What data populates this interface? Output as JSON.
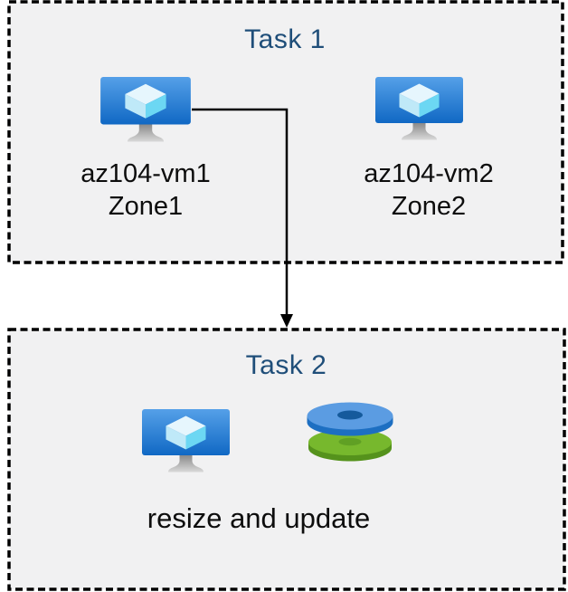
{
  "diagram": {
    "task1": {
      "title": "Task 1",
      "vms": [
        {
          "name": "az104-vm1",
          "zone": "Zone1",
          "icon": "virtual-machine-icon"
        },
        {
          "name": "az104-vm2",
          "zone": "Zone2",
          "icon": "virtual-machine-icon"
        }
      ]
    },
    "connector": {
      "type": "elbow-arrow",
      "from": "az104-vm1",
      "to": "Task 2"
    },
    "task2": {
      "title": "Task 2",
      "caption": "resize and update",
      "icons": [
        "virtual-machine-icon",
        "disks-icon"
      ]
    }
  },
  "colors": {
    "page_background": "#ffffff",
    "box_fill": "#f1f1f2",
    "box_border": "#000000",
    "title_text": "#1f4e79",
    "label_text": "#0d0d0d",
    "vm_screen_gradient_top": "#55a0e8",
    "vm_screen_gradient_bottom": "#1068c4",
    "cube_top": "#e6f6fd",
    "cube_left": "#bfe9f8",
    "cube_right": "#6cd7f3",
    "stand_gray_top": "#898989",
    "stand_gray_bottom": "#d9d9d9",
    "disk_blue_top": "#5b9ce2",
    "disk_blue_side": "#1d6fc2",
    "disk_blue_hole": "#155a9c",
    "disk_green_top": "#77b82d",
    "disk_green_side": "#55921c",
    "disk_green_hole": "#60a024"
  }
}
